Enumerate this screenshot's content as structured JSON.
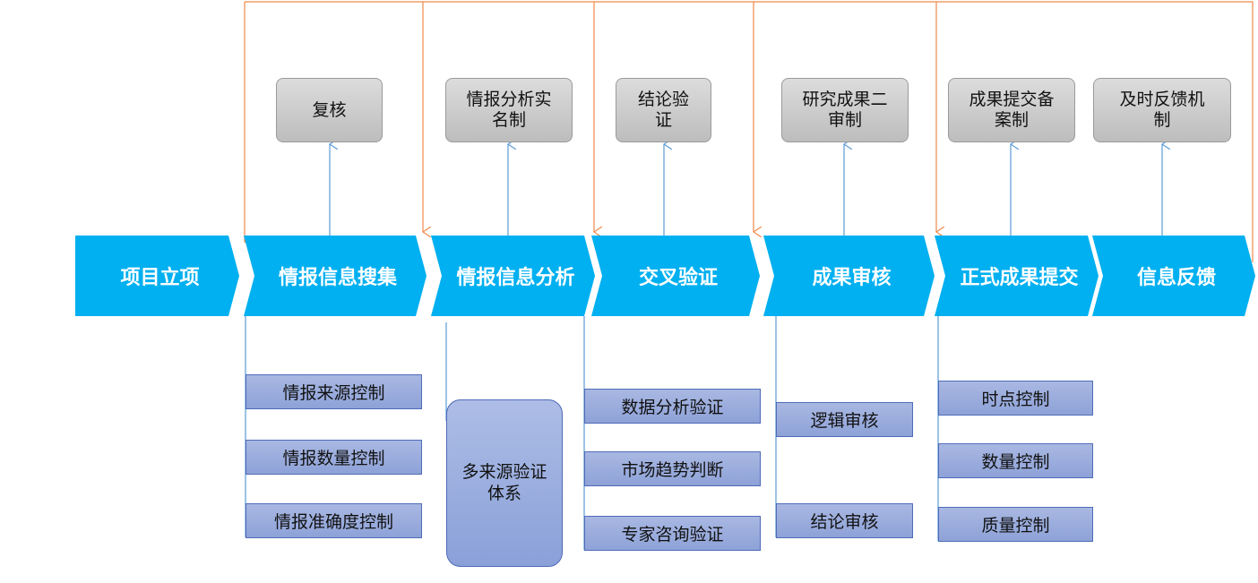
{
  "steps": [
    {
      "label": "项目立项"
    },
    {
      "label": "情报信息搜集"
    },
    {
      "label": "情报信息分析"
    },
    {
      "label": "交叉验证"
    },
    {
      "label": "成果审核"
    },
    {
      "label": "正式成果提交"
    },
    {
      "label": "信息反馈"
    }
  ],
  "mechanisms": [
    {
      "line1": "复核",
      "line2": ""
    },
    {
      "line1": "情报分析实",
      "line2": "名制"
    },
    {
      "line1": "结论验",
      "line2": "证"
    },
    {
      "line1": "研究成果二",
      "line2": "审制"
    },
    {
      "line1": "成果提交备",
      "line2": "案制"
    },
    {
      "line1": "及时反馈机",
      "line2": "制"
    }
  ],
  "controls": {
    "collection": [
      "情报来源控制",
      "情报数量控制",
      "情报准确度控制"
    ],
    "analysis": {
      "line1": "多来源验证",
      "line2": "体系"
    },
    "cross_check": [
      "数据分析验证",
      "市场趋势判断",
      "专家咨询验证"
    ],
    "review": [
      "逻辑审核",
      "结论审核"
    ],
    "submission": [
      "时点控制",
      "数量控制",
      "质量控制"
    ]
  },
  "colors": {
    "step": "#00b0f0",
    "feedback_line": "#f08a4b",
    "connector": "#5b9bd5",
    "control_border": "#4f6bb8"
  }
}
